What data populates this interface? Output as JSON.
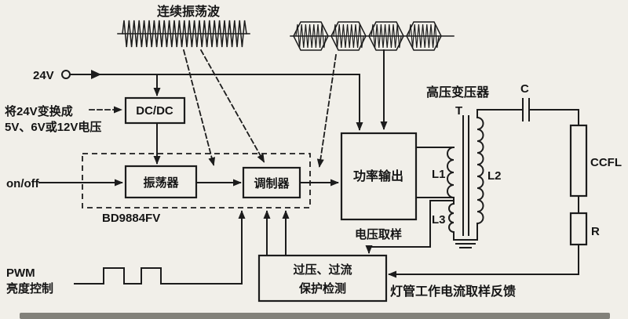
{
  "colors": {
    "ink": "#1c1c1c",
    "paper": "#f1efe9"
  },
  "waveforms": {
    "continuous_label": "连续振荡波"
  },
  "power_input": {
    "rail": "24V",
    "note_line1": "将24V变换成",
    "note_line2": "5V、6V或12V电压",
    "dcdc": "DC/DC"
  },
  "controller": {
    "on_off": "on/off",
    "oscillator": "振荡器",
    "modulator": "调制器",
    "chip": "BD9884FV",
    "pwm": "PWM",
    "brightness": "亮度控制"
  },
  "output": {
    "power_stage": "功率输出",
    "transformer_title": "高压变压器",
    "core": "T",
    "l1": "L1",
    "l2": "L2",
    "l3": "L3",
    "capacitor": "C",
    "lamp": "CCFL",
    "resistor": "R"
  },
  "protection": {
    "line1": "过压、过流",
    "line2": "保护检测",
    "voltage_sample": "电压取样",
    "current_feedback": "灯管工作电流取样反馈"
  }
}
